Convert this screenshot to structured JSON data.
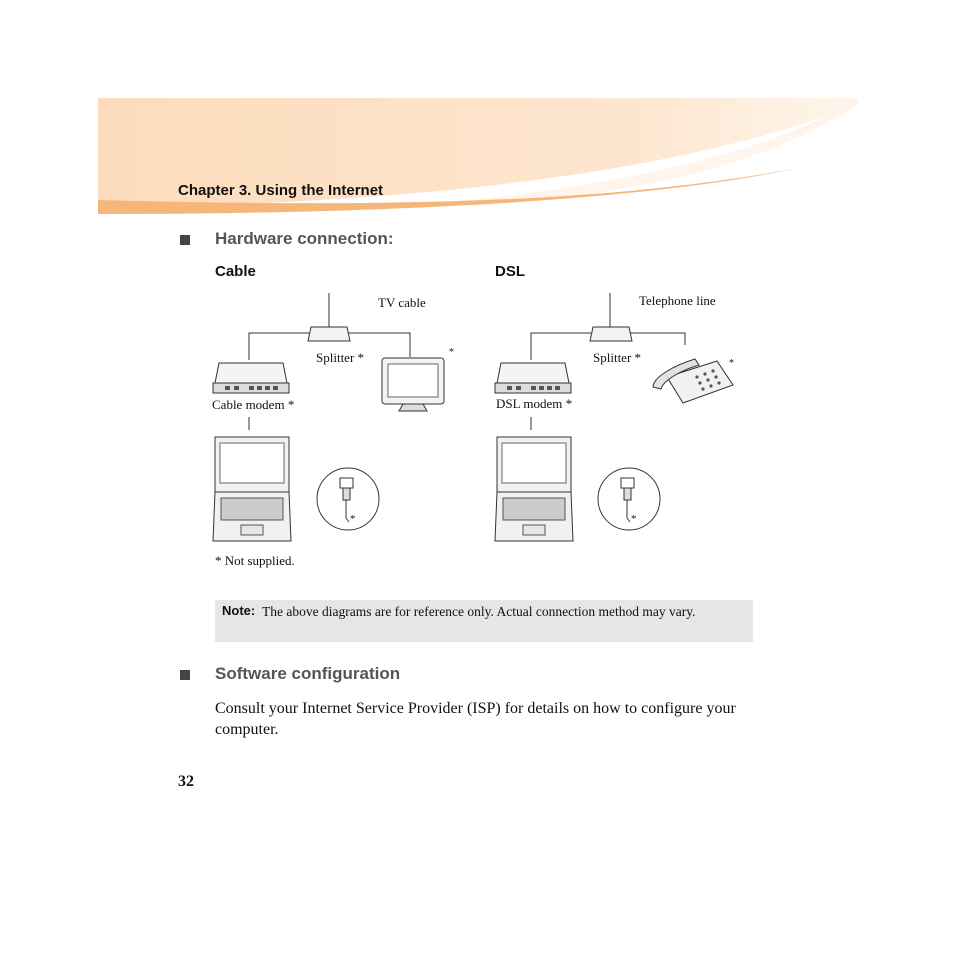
{
  "header": {
    "chapter_title": "Chapter 3. Using the Internet"
  },
  "sections": {
    "hardware": {
      "heading": "Hardware connection:",
      "cable": {
        "title": "Cable",
        "tv_cable_label": "TV cable",
        "splitter_label": "Splitter *",
        "tv_star": "*",
        "modem_label": "Cable modem *",
        "cable_star": "*"
      },
      "dsl": {
        "title": "DSL",
        "telephone_label": "Telephone line",
        "splitter_label": "Splitter *",
        "phone_star": "*",
        "modem_label": "DSL modem *",
        "cable_star": "*"
      },
      "footnote": "* Not supplied."
    },
    "note": {
      "label": "Note:",
      "text": "The above diagrams are for reference only. Actual connection method may vary."
    },
    "software": {
      "heading": "Software configuration",
      "body": "Consult your Internet Service Provider (ISP) for details on how to configure your computer."
    }
  },
  "page_number": "32",
  "colors": {
    "band_light": "#fde3c6",
    "band_dark": "#f6b679",
    "heading_gray": "#555555",
    "note_bg": "#e6e6e6"
  }
}
